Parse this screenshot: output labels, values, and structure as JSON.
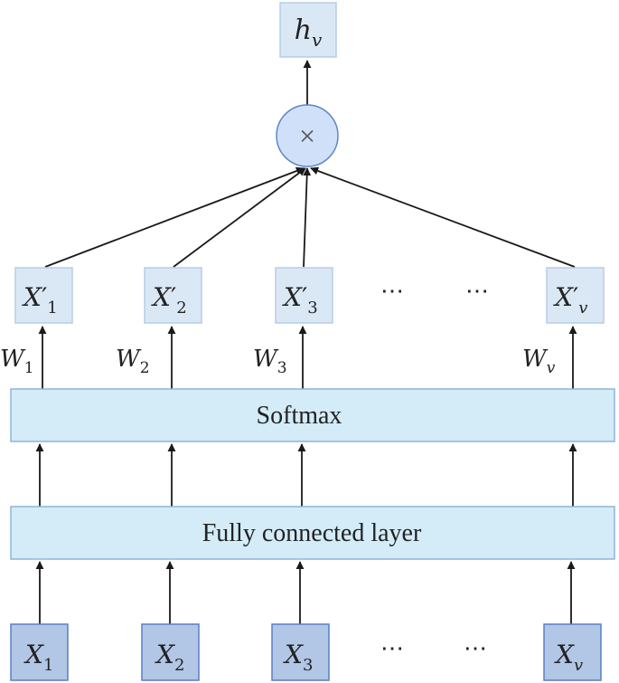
{
  "output": {
    "label": "h",
    "sub": "v"
  },
  "multiply_symbol": "×",
  "weighted_inputs": [
    {
      "label": "X",
      "prime": "′",
      "sub": "1"
    },
    {
      "label": "X",
      "prime": "′",
      "sub": "2"
    },
    {
      "label": "X",
      "prime": "′",
      "sub": "3"
    },
    {
      "label": "X",
      "prime": "′",
      "sub": "v"
    }
  ],
  "weights": [
    {
      "label": "W",
      "sub": "1"
    },
    {
      "label": "W",
      "sub": "2"
    },
    {
      "label": "W",
      "sub": "3"
    },
    {
      "label": "W",
      "sub": "v"
    }
  ],
  "ellipsis": "⋯",
  "softmax_label": "Softmax",
  "fc_label": "Fully connected layer",
  "inputs": [
    {
      "label": "X",
      "sub": "1"
    },
    {
      "label": "X",
      "sub": "2"
    },
    {
      "label": "X",
      "sub": "3"
    },
    {
      "label": "X",
      "sub": "v"
    }
  ],
  "colors": {
    "light_box_fill": "#dae8f5",
    "light_box_stroke": "#b5cde6",
    "layer_fill": "#d3ecf8",
    "layer_stroke": "#8fb3d9",
    "input_fill": "#b2c6e6",
    "input_stroke": "#5a7fc0",
    "circle_fill": "#cfe0f8",
    "circle_stroke": "#5f86c6",
    "line": "#1a1a1a"
  }
}
